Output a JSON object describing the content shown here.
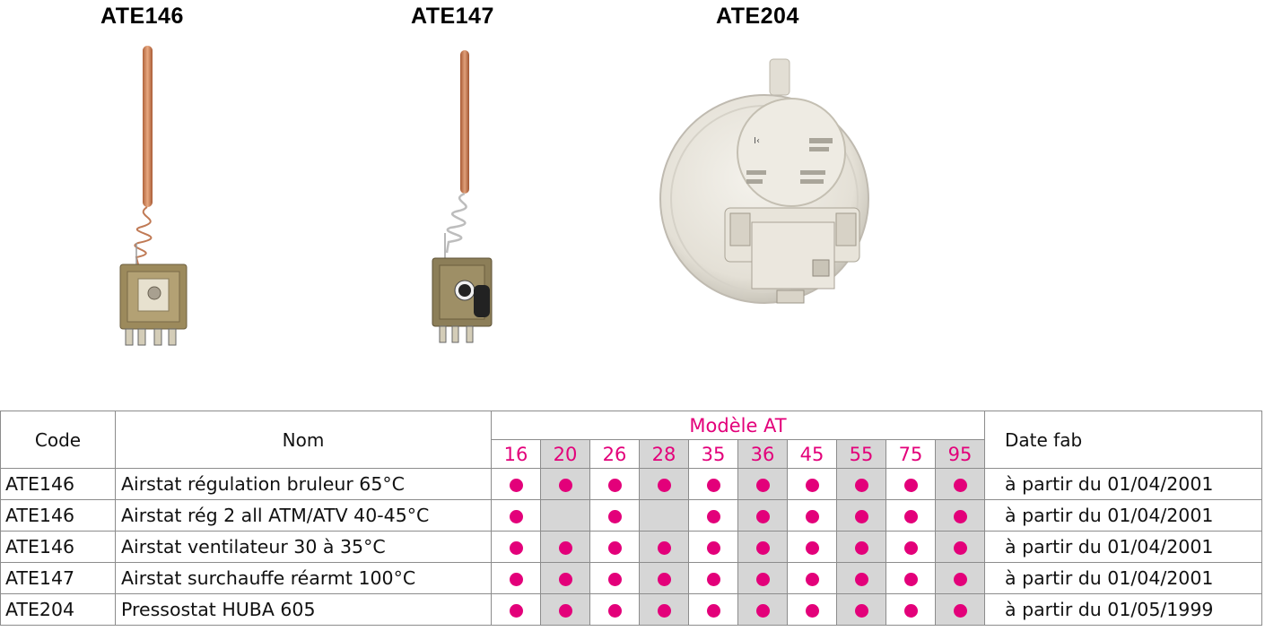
{
  "products": [
    {
      "code": "ATE146"
    },
    {
      "code": "ATE147"
    },
    {
      "code": "ATE204"
    }
  ],
  "table": {
    "headers": {
      "code": "Code",
      "nom": "Nom",
      "modele": "Modèle AT",
      "date": "Date fab"
    },
    "models": [
      "16",
      "20",
      "26",
      "28",
      "35",
      "36",
      "45",
      "55",
      "75",
      "95"
    ],
    "rows": [
      {
        "code": "ATE146",
        "nom": "Airstat régulation bruleur 65°C",
        "compat": [
          true,
          true,
          true,
          true,
          true,
          true,
          true,
          true,
          true,
          true
        ],
        "date": "à partir du 01/04/2001"
      },
      {
        "code": "ATE146",
        "nom": "Airstat rég 2 all ATM/ATV 40-45°C",
        "compat": [
          true,
          false,
          true,
          false,
          true,
          true,
          true,
          true,
          true,
          true
        ],
        "date": "à partir du 01/04/2001"
      },
      {
        "code": "ATE146",
        "nom": "Airstat ventilateur 30 à 35°C",
        "compat": [
          true,
          true,
          true,
          true,
          true,
          true,
          true,
          true,
          true,
          true
        ],
        "date": "à partir du 01/04/2001"
      },
      {
        "code": "ATE147",
        "nom": "Airstat surchauffe réarmt 100°C",
        "compat": [
          true,
          true,
          true,
          true,
          true,
          true,
          true,
          true,
          true,
          true
        ],
        "date": "à partir du 01/04/2001"
      },
      {
        "code": "ATE204",
        "nom": "Pressostat HUBA 605",
        "compat": [
          true,
          true,
          true,
          true,
          true,
          true,
          true,
          true,
          true,
          true
        ],
        "date": "à partir du 01/05/1999"
      }
    ]
  },
  "colors": {
    "accent": "#e3007a",
    "shade": "#d6d6d6",
    "grid": "#8c8c8c"
  }
}
